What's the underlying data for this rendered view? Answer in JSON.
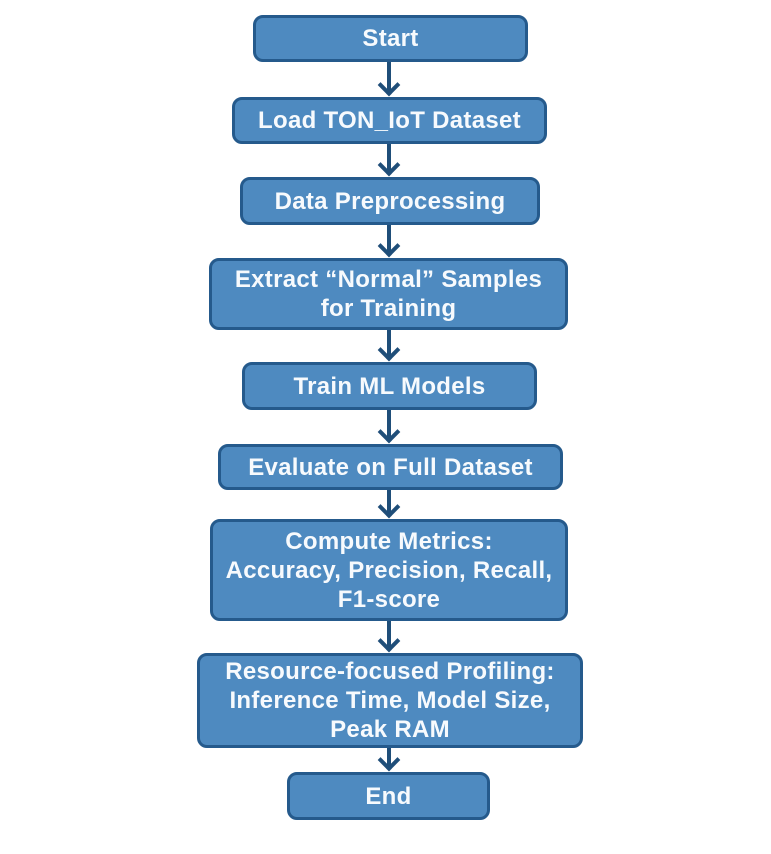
{
  "diagram": {
    "type": "flowchart",
    "direction": "top-down",
    "colors": {
      "node_fill": "#4e8ac0",
      "node_border": "#255a8c",
      "arrow": "#1f4e79",
      "text": "#ffffff",
      "background": "#ffffff"
    },
    "nodes": [
      {
        "id": "start",
        "label": "Start"
      },
      {
        "id": "load-dataset",
        "label": "Load TON_IoT Dataset"
      },
      {
        "id": "preprocessing",
        "label": "Data Preprocessing"
      },
      {
        "id": "extract-normal",
        "label": "Extract “Normal” Samples\nfor Training"
      },
      {
        "id": "train-models",
        "label": "Train ML Models"
      },
      {
        "id": "evaluate",
        "label": "Evaluate on Full Dataset"
      },
      {
        "id": "compute-metrics",
        "label": "Compute Metrics:\nAccuracy, Precision, Recall,\nF1-score"
      },
      {
        "id": "profiling",
        "label": "Resource-focused Profiling:\nInference Time, Model Size,\nPeak RAM"
      },
      {
        "id": "end",
        "label": "End"
      }
    ],
    "edges": [
      {
        "from": "start",
        "to": "load-dataset"
      },
      {
        "from": "load-dataset",
        "to": "preprocessing"
      },
      {
        "from": "preprocessing",
        "to": "extract-normal"
      },
      {
        "from": "extract-normal",
        "to": "train-models"
      },
      {
        "from": "train-models",
        "to": "evaluate"
      },
      {
        "from": "evaluate",
        "to": "compute-metrics"
      },
      {
        "from": "compute-metrics",
        "to": "profiling"
      },
      {
        "from": "profiling",
        "to": "end"
      }
    ]
  }
}
